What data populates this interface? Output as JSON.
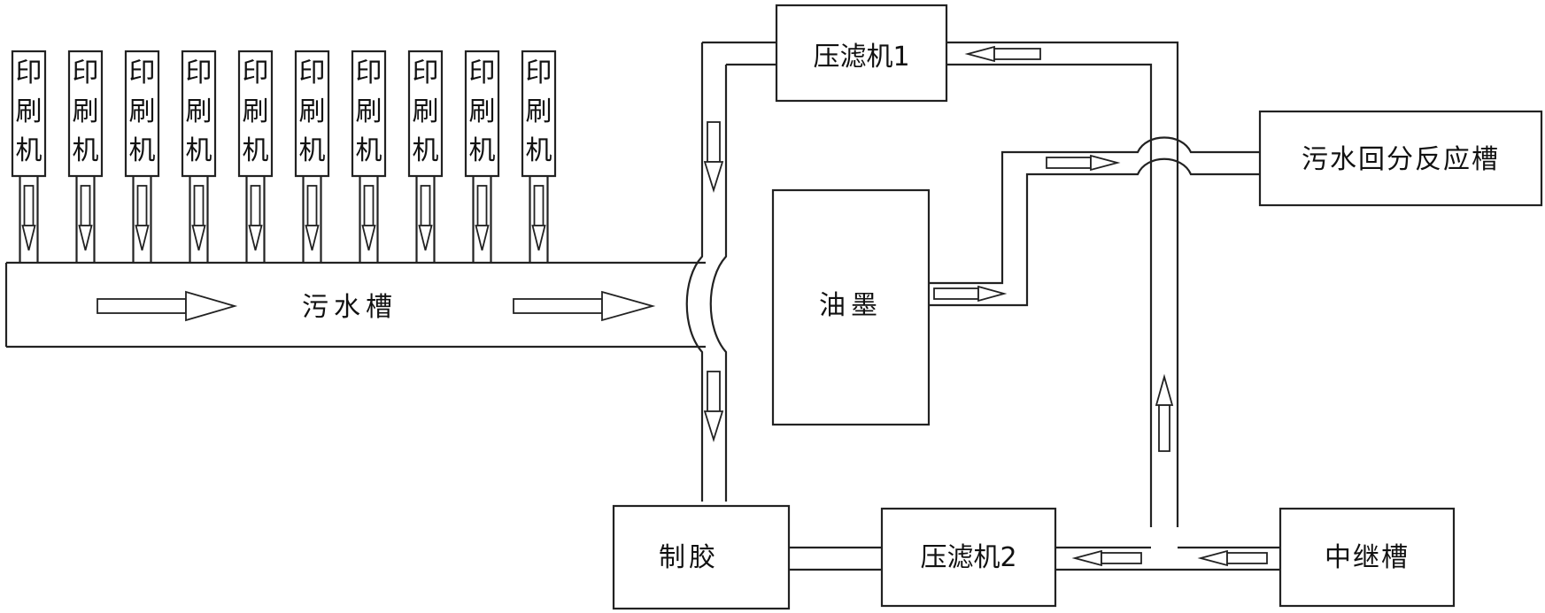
{
  "printers": {
    "label_line1": "印",
    "label_line2": "刷",
    "label_line3": "机",
    "count": 10
  },
  "nodes": {
    "sewage_tank": "污水槽",
    "ink": "油墨",
    "filter_press_1": "压滤机1",
    "filter_press_2": "压滤机2",
    "glue_making": "制胶",
    "relay_tank": "中继槽",
    "reaction_tank": "污水回分反应槽"
  }
}
